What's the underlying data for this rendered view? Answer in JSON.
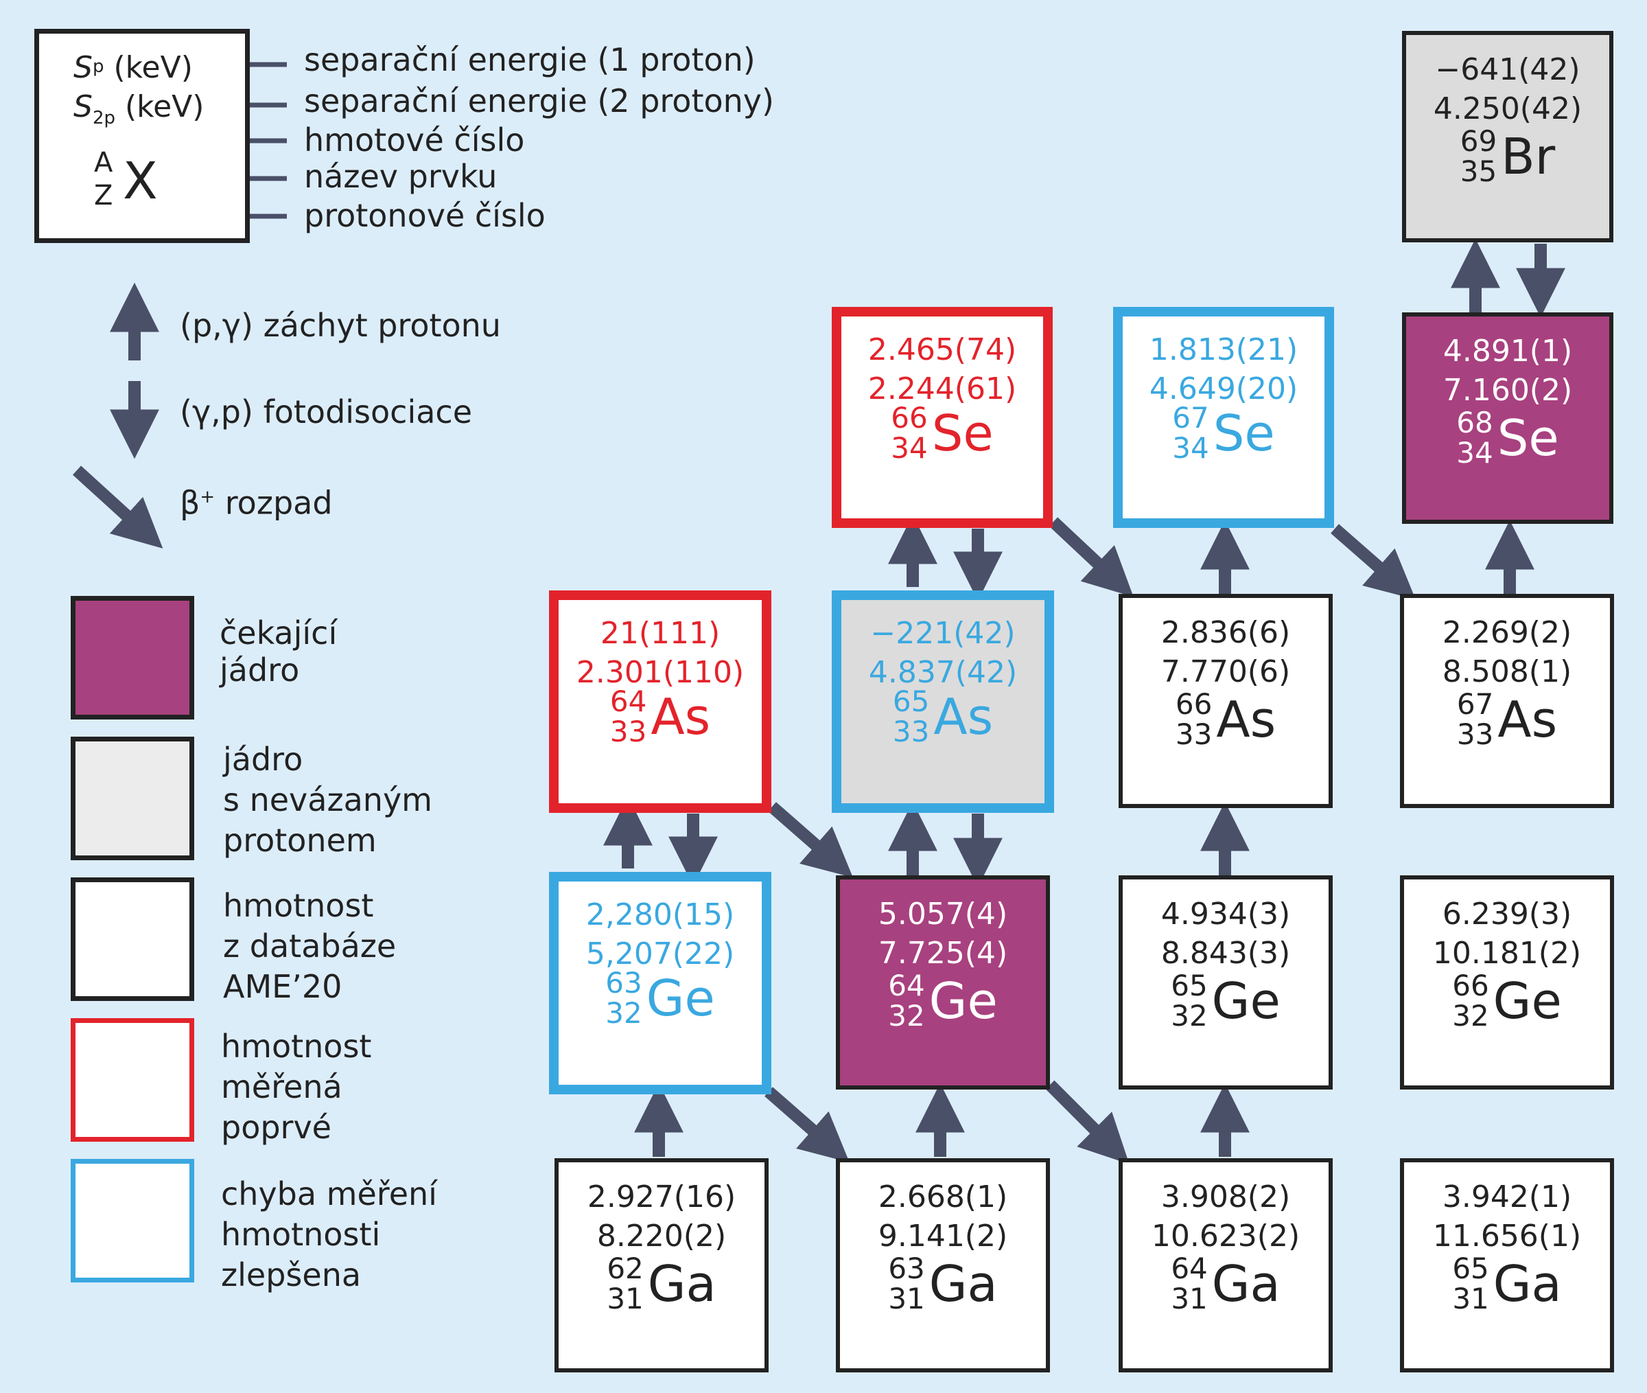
{
  "legend": {
    "key_lines": [
      {
        "left": "S",
        "sub": "p",
        "unit": "(keV)",
        "label": "separační energie (1 proton)"
      },
      {
        "left": "S",
        "sub": "2p",
        "unit": "(keV)",
        "label": "separační energie (2 protony)"
      }
    ],
    "key_a": "A",
    "key_z": "Z",
    "key_x": "X",
    "key_mass_label": "hmotové číslo",
    "key_element_label": "název prvku",
    "key_proton_label": "protonové číslo",
    "arrow_capture_symbol": "(p,γ)",
    "arrow_capture_label": "záchyt protonu",
    "arrow_photo_symbol": "(γ,p)",
    "arrow_photo_label": "fotodisociace",
    "arrow_beta_symbol": "β",
    "arrow_beta_sup": "+",
    "arrow_beta_label": "rozpad",
    "box_waiting": [
      "čekající",
      "jádro"
    ],
    "box_unbound": [
      "jádro",
      "s nevázaným",
      "protonem"
    ],
    "box_database": [
      "hmotnost",
      "z databáze",
      "AME’20"
    ],
    "box_first": [
      "hmotnost",
      "měřená",
      "poprvé"
    ],
    "box_improved": [
      "chyba měření",
      "hmotnosti",
      "zlepšena"
    ]
  },
  "colors": {
    "background": "#dcedfa",
    "waiting": "#a8417f",
    "unbound": "#dcdcdc",
    "first_measured": "#e3232b",
    "improved": "#3aa8e0",
    "arrow": "#4a5068"
  },
  "nuclei": [
    {
      "id": "br69",
      "sp": "−641(42)",
      "s2p": "4.250(42)",
      "a": "69",
      "z": "35",
      "el": "Br",
      "style": "unbound",
      "text": "black"
    },
    {
      "id": "se66",
      "sp": "2.465(74)",
      "s2p": "2.244(61)",
      "a": "66",
      "z": "34",
      "el": "Se",
      "style": "first",
      "text": "red"
    },
    {
      "id": "se67",
      "sp": "1.813(21)",
      "s2p": "4.649(20)",
      "a": "67",
      "z": "34",
      "el": "Se",
      "style": "improved",
      "text": "blue"
    },
    {
      "id": "se68",
      "sp": "4.891(1)",
      "s2p": "7.160(2)",
      "a": "68",
      "z": "34",
      "el": "Se",
      "style": "waiting",
      "text": "white"
    },
    {
      "id": "as64",
      "sp": "21(111)",
      "s2p": "2.301(110)",
      "a": "64",
      "z": "33",
      "el": "As",
      "style": "first",
      "text": "red"
    },
    {
      "id": "as65",
      "sp": "−221(42)",
      "s2p": "4.837(42)",
      "a": "65",
      "z": "33",
      "el": "As",
      "style": "improved-unbound",
      "text": "blue"
    },
    {
      "id": "as66",
      "sp": "2.836(6)",
      "s2p": "7.770(6)",
      "a": "66",
      "z": "33",
      "el": "As",
      "style": "database",
      "text": "black"
    },
    {
      "id": "as67",
      "sp": "2.269(2)",
      "s2p": "8.508(1)",
      "a": "67",
      "z": "33",
      "el": "As",
      "style": "database",
      "text": "black"
    },
    {
      "id": "ge63",
      "sp": "2,280(15)",
      "s2p": "5,207(22)",
      "a": "63",
      "z": "32",
      "el": "Ge",
      "style": "improved",
      "text": "blue"
    },
    {
      "id": "ge64",
      "sp": "5.057(4)",
      "s2p": "7.725(4)",
      "a": "64",
      "z": "32",
      "el": "Ge",
      "style": "waiting",
      "text": "white"
    },
    {
      "id": "ge65",
      "sp": "4.934(3)",
      "s2p": "8.843(3)",
      "a": "65",
      "z": "32",
      "el": "Ge",
      "style": "database",
      "text": "black"
    },
    {
      "id": "ge66",
      "sp": "6.239(3)",
      "s2p": "10.181(2)",
      "a": "66",
      "z": "32",
      "el": "Ge",
      "style": "database",
      "text": "black"
    },
    {
      "id": "ga62",
      "sp": "2.927(16)",
      "s2p": "8.220(2)",
      "a": "62",
      "z": "31",
      "el": "Ga",
      "style": "database",
      "text": "black"
    },
    {
      "id": "ga63",
      "sp": "2.668(1)",
      "s2p": "9.141(2)",
      "a": "63",
      "z": "31",
      "el": "Ga",
      "style": "database",
      "text": "black"
    },
    {
      "id": "ga64",
      "sp": "3.908(2)",
      "s2p": "10.623(2)",
      "a": "64",
      "z": "31",
      "el": "Ga",
      "style": "database",
      "text": "black"
    },
    {
      "id": "ga65",
      "sp": "3.942(1)",
      "s2p": "11.656(1)",
      "a": "65",
      "z": "31",
      "el": "Ga",
      "style": "database",
      "text": "black"
    }
  ]
}
